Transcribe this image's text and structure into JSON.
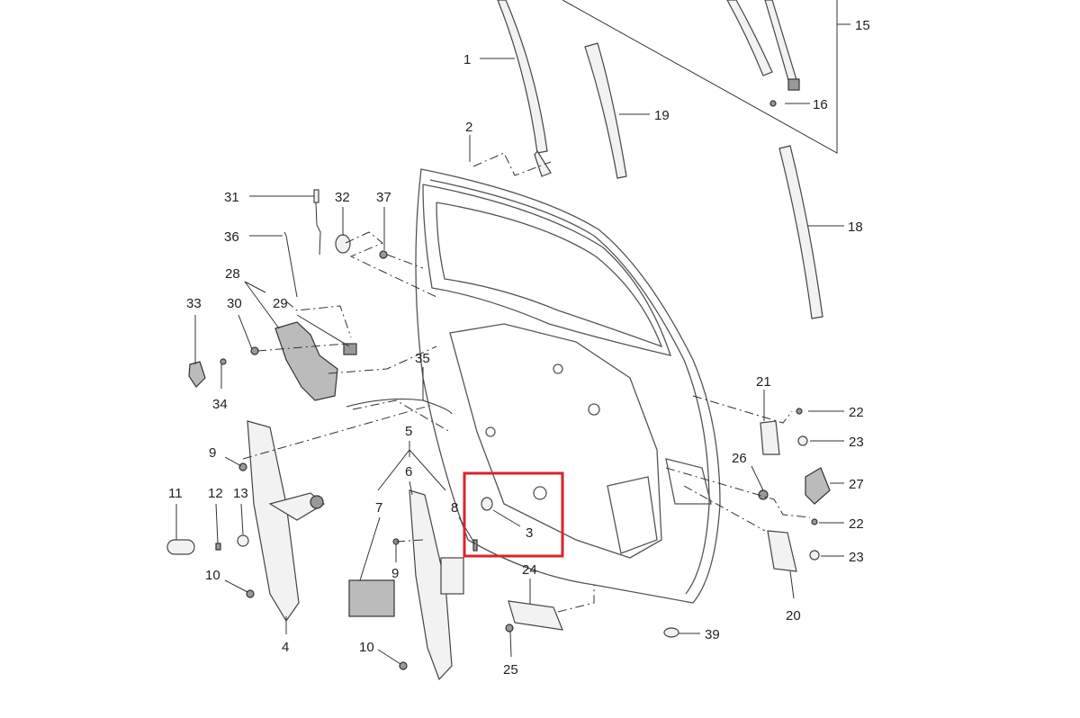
{
  "diagram": {
    "title": "Rear door exploded parts diagram",
    "highlight_color": "#d9232d",
    "callouts": [
      "1",
      "2",
      "15",
      "16",
      "19",
      "18",
      "31",
      "32",
      "37",
      "36",
      "28",
      "30",
      "29",
      "33",
      "34",
      "35",
      "21",
      "22",
      "23",
      "26",
      "27",
      "22",
      "23",
      "20",
      "9",
      "5",
      "6",
      "7",
      "8",
      "3",
      "11",
      "12",
      "13",
      "10",
      "4",
      "9",
      "10",
      "24",
      "25",
      "39"
    ]
  }
}
